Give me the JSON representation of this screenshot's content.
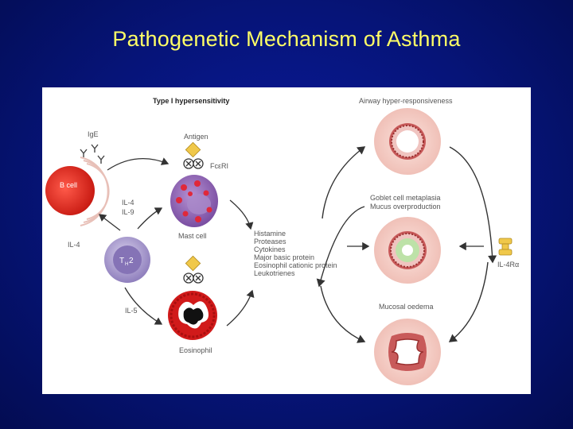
{
  "slide": {
    "title": "Pathogenetic Mechanism of Asthma"
  },
  "figure": {
    "heading": "Type I hypersensitivity",
    "labels": {
      "ige": "IgE",
      "antigen": "Antigen",
      "fceri": "FcεRI",
      "b_cell": "B cell",
      "il4_il9_a": "IL-4",
      "il4_il9_b": "IL-9",
      "il4": "IL-4",
      "th2_main": "T",
      "th2_sub": "H",
      "th2_num": "2",
      "mast_cell": "Mast cell",
      "il5": "IL-5",
      "eosinophil": "Eosinophil",
      "airway_hyper": "Airway hyper-responsiveness",
      "goblet_1": "Goblet cell metaplasia",
      "goblet_2": "Mucus overproduction",
      "mucosal_oedema": "Mucosal oedema",
      "il4ra": "IL-4Rα"
    },
    "mediators": [
      "Histamine",
      "Proteases",
      "Cytokines",
      "Major basic protein",
      "Eosinophil cationic protein",
      "Leukotrienes"
    ],
    "colors": {
      "slide_bg": "#061478",
      "title": "#ffff66",
      "b_cell": "#e0281e",
      "mast_cell": "#8a5fb0",
      "th2_cell": "#9e8fc6",
      "eosinophil": "#d11a1a",
      "airway": "#f2c7c0",
      "antigen": "#f0c84a"
    }
  }
}
